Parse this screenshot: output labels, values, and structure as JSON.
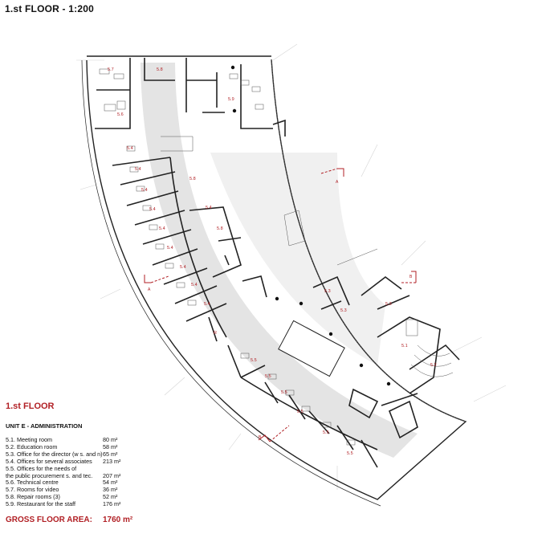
{
  "sheet_title": "1.st FLOOR - 1:200",
  "legend": {
    "floor_heading": "1.st FLOOR",
    "unit_heading": "UNIT E - ADMINISTRATION",
    "rooms": [
      {
        "name": "5.1. Meeting room",
        "area": "80 m²"
      },
      {
        "name": "5.2. Education room",
        "area": "58 m²"
      },
      {
        "name": "5.3. Office for the director (w s. and n)",
        "area": "65 m²"
      },
      {
        "name": "5.4. Offices for several associates",
        "area": "213 m²"
      },
      {
        "name": "5.5. Offices for the needs of",
        "area": ""
      },
      {
        "name": "the public procurement s. and tec.",
        "area": "207 m²"
      },
      {
        "name": "5.6. Technical centre",
        "area": "54 m²"
      },
      {
        "name": "5.7. Rooms for video",
        "area": "36 m²"
      },
      {
        "name": "5.8. Repair rooms (3)",
        "area": "52 m²"
      },
      {
        "name": "5.9. Restaurant for the staff",
        "area": "176 m²"
      }
    ],
    "gross_label": "GROSS FLOOR AREA:",
    "gross_value": "1760 m²"
  },
  "plan": {
    "room_labels": [
      "5.7",
      "5.8",
      "5.9",
      "5.6",
      "5.4",
      "5.4",
      "5.4",
      "5.4",
      "5.4",
      "5.4",
      "5.4",
      "5.4",
      "5.4",
      "5.4",
      "5.8",
      "5.8",
      "5.3",
      "5.3",
      "5.3",
      "5.1",
      "5.2",
      "R",
      "5.5",
      "5.5",
      "5.5",
      "5.5",
      "5.5",
      "5.5"
    ],
    "section_markers": {
      "a_left": "A",
      "a_right": "A",
      "b_bottom": "B",
      "b_top": "B"
    }
  }
}
